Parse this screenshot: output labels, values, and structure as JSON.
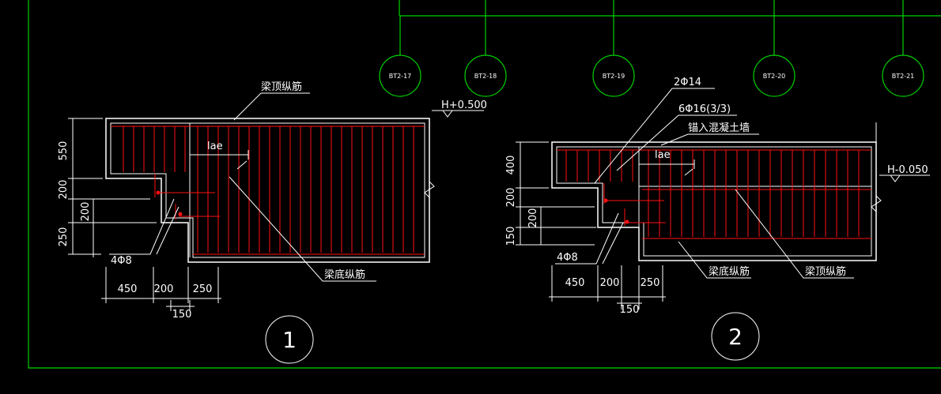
{
  "colors": {
    "background": "#000000",
    "frame": "#00d200",
    "lines": "#ffffff",
    "rebar": "#ff1010"
  },
  "tags": [
    "BT2-17",
    "BT2-18",
    "BT2-19",
    "BT2-20",
    "BT2-21"
  ],
  "detail1": {
    "top_bar": "梁顶纵筋",
    "bottom_bar": "梁底纵筋",
    "elevation": "H+0.500",
    "lae": "lae",
    "stirrup": "4Φ8",
    "dims_v": [
      "550",
      "200",
      "200",
      "250"
    ],
    "dims_h": [
      "450",
      "200",
      "250"
    ],
    "dim_offset": "150",
    "number": "1"
  },
  "detail2": {
    "bar1": "2Φ14",
    "bar2": "6Φ16(3/3)",
    "anchor": "锚入混凝土墙",
    "elevation": "H-0.050",
    "lae": "lae",
    "stirrup": "4Φ8",
    "bottom_bar": "梁底纵筋",
    "top_bar": "梁顶纵筋",
    "dims_v": [
      "400",
      "200",
      "200",
      "150"
    ],
    "dims_h": [
      "450",
      "200",
      "250"
    ],
    "dim_offset": "150",
    "number": "2"
  }
}
